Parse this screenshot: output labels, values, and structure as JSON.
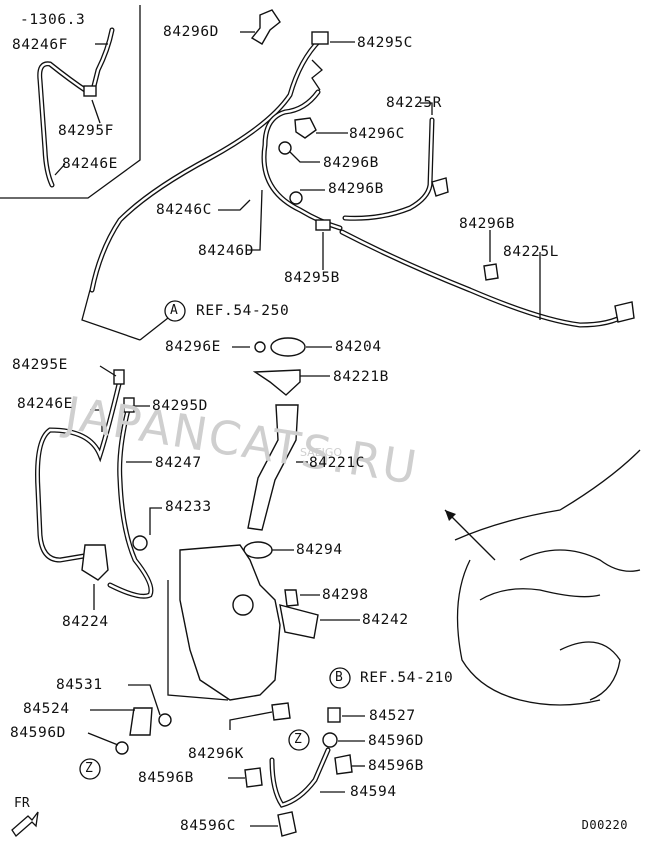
{
  "diagram": {
    "inset_range": "-1306.3",
    "ref_a": {
      "letter": "A",
      "text": "REF.54-250"
    },
    "ref_b": {
      "letter": "B",
      "text": "REF.54-210"
    },
    "z_marker": "Z",
    "front_indicator": "FR",
    "drawing_code": "D00220",
    "watermark": "JAPANCATS.RU",
    "watermark_small": "SAEIGO",
    "part_labels": [
      "84246F",
      "84295F",
      "84246E",
      "84296D",
      "84295C",
      "84225R",
      "84296C",
      "84296B",
      "84296B",
      "84246C",
      "84246D",
      "84295B",
      "84296B",
      "84225L",
      "84296E",
      "84204",
      "84221B",
      "84295E",
      "84246E",
      "84295D",
      "84221C",
      "84247",
      "84233",
      "84294",
      "84224",
      "84298",
      "84242",
      "84531",
      "84524",
      "84596D",
      "84527",
      "84296K",
      "84596D",
      "84596B",
      "84596B",
      "84594",
      "84596C"
    ]
  }
}
